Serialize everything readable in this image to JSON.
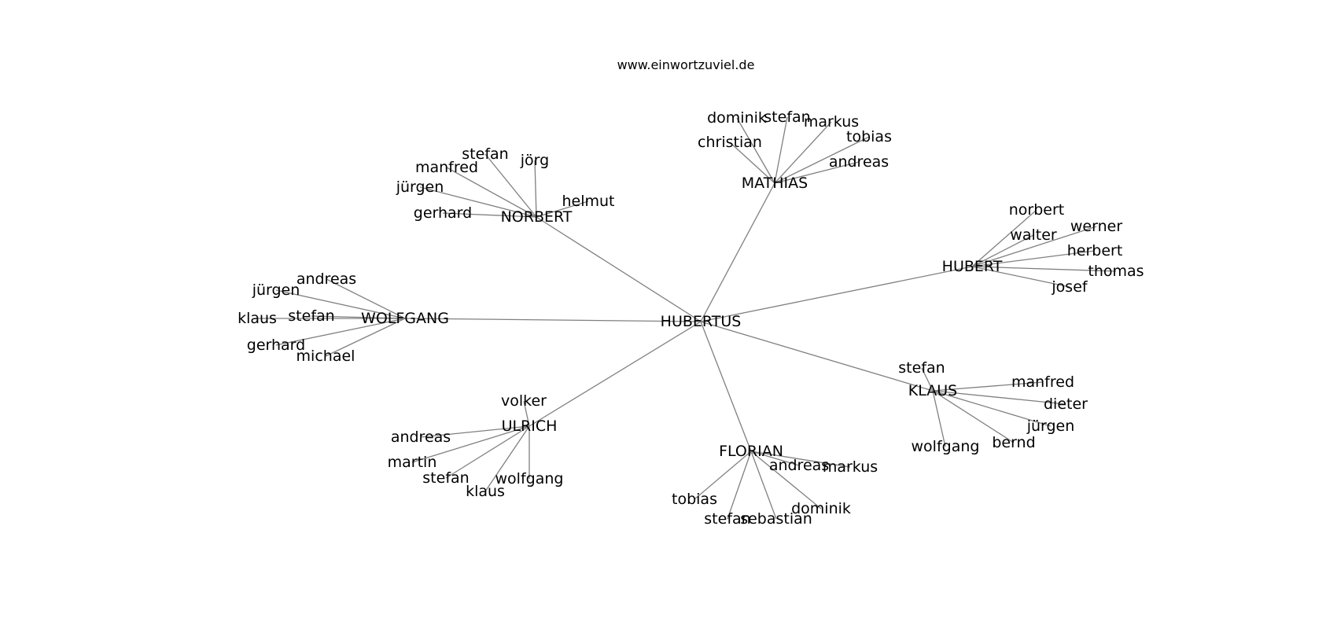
{
  "title": "www.einwortzuviel.de",
  "graph": {
    "center": "HUBERTUS",
    "groups": [
      {
        "hub": "NORBERT",
        "leaves": [
          "stefan",
          "jörg",
          "manfred",
          "jürgen",
          "gerhard",
          "helmut"
        ]
      },
      {
        "hub": "MATHIAS",
        "leaves": [
          "dominik",
          "stefan",
          "markus",
          "christian",
          "tobias",
          "andreas"
        ]
      },
      {
        "hub": "HUBERT",
        "leaves": [
          "norbert",
          "walter",
          "werner",
          "herbert",
          "thomas",
          "josef"
        ]
      },
      {
        "hub": "WOLFGANG",
        "leaves": [
          "andreas",
          "jürgen",
          "klaus",
          "stefan",
          "gerhard",
          "michael"
        ]
      },
      {
        "hub": "KLAUS",
        "leaves": [
          "stefan",
          "manfred",
          "dieter",
          "jürgen",
          "bernd",
          "wolfgang"
        ]
      },
      {
        "hub": "ULRICH",
        "leaves": [
          "volker",
          "andreas",
          "martin",
          "stefan",
          "klaus",
          "wolfgang"
        ]
      },
      {
        "hub": "FLORIAN",
        "leaves": [
          "andreas",
          "markus",
          "tobias",
          "stefan",
          "sebastian",
          "dominik"
        ]
      }
    ]
  }
}
